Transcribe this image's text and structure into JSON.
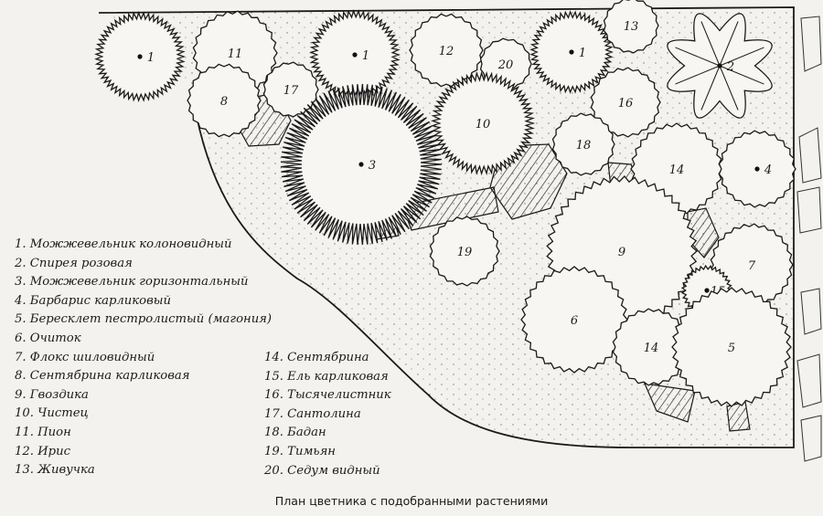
{
  "plants": [
    {
      "num": "1",
      "name": "Можжевельник колоновидный"
    },
    {
      "num": "2",
      "name": "Спирея розовая"
    },
    {
      "num": "3",
      "name": "Можжевельник горизонтальный"
    },
    {
      "num": "4",
      "name": "Барбарис карликовый"
    },
    {
      "num": "5",
      "name": "Бересклет пестролистый (магония)"
    },
    {
      "num": "6",
      "name": "Очиток"
    },
    {
      "num": "7",
      "name": "Флокс шиловидный"
    },
    {
      "num": "8",
      "name": "Сентябрина карликовая"
    },
    {
      "num": "9",
      "name": "Гвоздика"
    },
    {
      "num": "10",
      "name": "Чистец"
    },
    {
      "num": "11",
      "name": "Пион"
    },
    {
      "num": "12",
      "name": "Ирис"
    },
    {
      "num": "13",
      "name": "Живучка"
    },
    {
      "num": "14",
      "name": "Сентябрина"
    },
    {
      "num": "15",
      "name": "Ель карликовая"
    },
    {
      "num": "16",
      "name": "Тысячелистник"
    },
    {
      "num": "17",
      "name": "Сантолина"
    },
    {
      "num": "18",
      "name": "Бадан"
    },
    {
      "num": "19",
      "name": "Тимьян"
    },
    {
      "num": "20",
      "name": "Седум видный"
    }
  ],
  "caption": "План цветника с подобранными растениями"
}
